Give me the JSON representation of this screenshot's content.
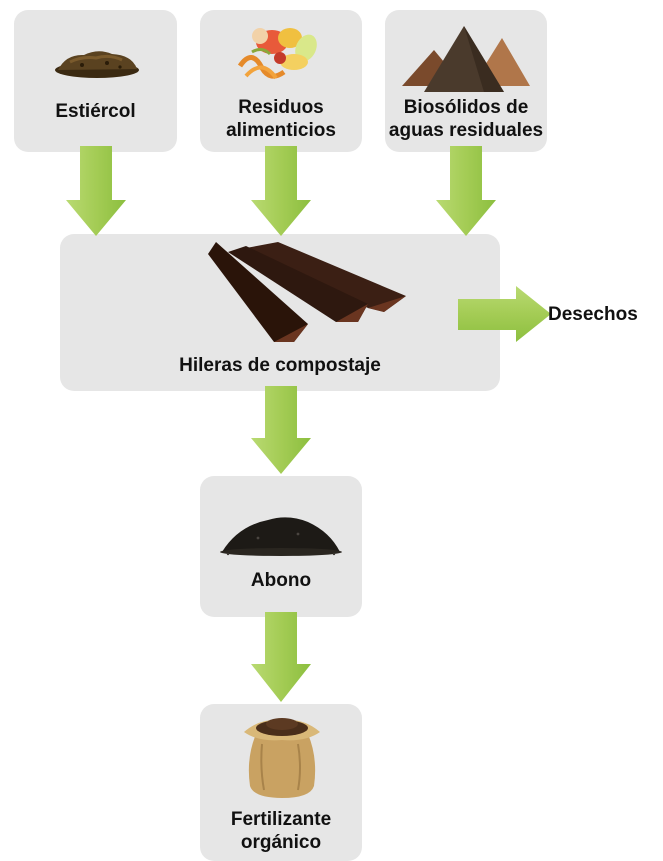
{
  "colors": {
    "box": "#e6e6e6",
    "arrow_light": "#b5d86a",
    "arrow_dark": "#8cbf3f",
    "text": "#111111"
  },
  "inputs": [
    {
      "label_lines": [
        "Estiércol"
      ],
      "icon": "manure-pile-icon"
    },
    {
      "label_lines": [
        "Residuos",
        "alimenticios"
      ],
      "icon": "food-scraps-icon"
    },
    {
      "label_lines": [
        "Biosólidos de",
        "aguas residuales"
      ],
      "icon": "biosolids-piles-icon"
    }
  ],
  "windrows": {
    "label": "Hileras de compostaje",
    "icon": "compost-windrows-icon"
  },
  "waste": {
    "label": "Desechos"
  },
  "compost": {
    "label": "Abono",
    "icon": "compost-pile-icon"
  },
  "fertilizer": {
    "label_lines": [
      "Fertilizante",
      "orgánico"
    ],
    "icon": "fertilizer-sack-icon"
  }
}
